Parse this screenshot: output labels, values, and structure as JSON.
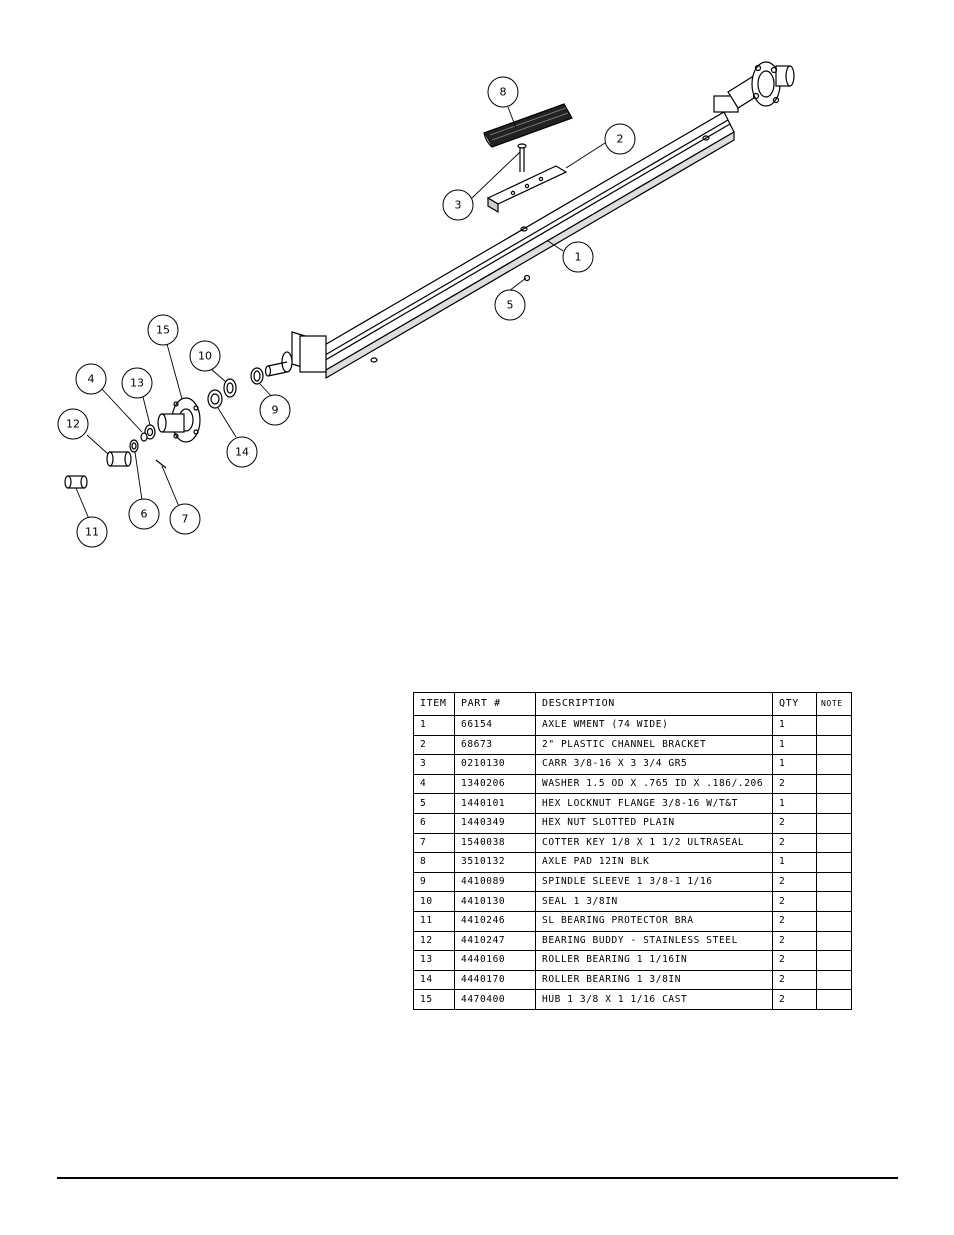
{
  "callouts": [
    "1",
    "2",
    "3",
    "4",
    "5",
    "6",
    "7",
    "8",
    "9",
    "10",
    "11",
    "12",
    "13",
    "14",
    "15"
  ],
  "table": {
    "headers": {
      "item": "ITEM",
      "part": "PART #",
      "description": "DESCRIPTION",
      "qty": "QTY",
      "note": "NOTE"
    },
    "rows": [
      {
        "item": "1",
        "part": "66154",
        "description": "AXLE WMENT (74 WIDE)",
        "qty": "1",
        "note": ""
      },
      {
        "item": "2",
        "part": "68673",
        "description": "2\" PLASTIC CHANNEL BRACKET",
        "qty": "1",
        "note": ""
      },
      {
        "item": "3",
        "part": "0210130",
        "description": "CARR 3/8-16 X 3 3/4 GR5",
        "qty": "1",
        "note": ""
      },
      {
        "item": "4",
        "part": "1340206",
        "description": "WASHER 1.5 OD X .765 ID X .186/.206",
        "qty": "2",
        "note": ""
      },
      {
        "item": "5",
        "part": "1440101",
        "description": "HEX LOCKNUT FLANGE 3/8-16 W/T&T",
        "qty": "1",
        "note": ""
      },
      {
        "item": "6",
        "part": "1440349",
        "description": "HEX NUT SLOTTED PLAIN",
        "qty": "2",
        "note": ""
      },
      {
        "item": "7",
        "part": "1540038",
        "description": "COTTER KEY 1/8 X 1 1/2 ULTRASEAL",
        "qty": "2",
        "note": ""
      },
      {
        "item": "8",
        "part": "3510132",
        "description": "AXLE PAD 12IN  BLK",
        "qty": "1",
        "note": ""
      },
      {
        "item": "9",
        "part": "4410089",
        "description": "SPINDLE SLEEVE  1 3/8-1 1/16",
        "qty": "2",
        "note": ""
      },
      {
        "item": "10",
        "part": "4410130",
        "description": "SEAL  1 3/8IN",
        "qty": "2",
        "note": ""
      },
      {
        "item": "11",
        "part": "4410246",
        "description": "SL BEARING PROTECTOR BRA",
        "qty": "2",
        "note": ""
      },
      {
        "item": "12",
        "part": "4410247",
        "description": "BEARING BUDDY - STAINLESS STEEL",
        "qty": "2",
        "note": ""
      },
      {
        "item": "13",
        "part": "4440160",
        "description": "ROLLER BEARING   1 1/16IN",
        "qty": "2",
        "note": ""
      },
      {
        "item": "14",
        "part": "4440170",
        "description": "ROLLER BEARING   1 3/8IN",
        "qty": "2",
        "note": ""
      },
      {
        "item": "15",
        "part": "4470400",
        "description": "HUB  1 3/8 X 1 1/16 CAST",
        "qty": "2",
        "note": ""
      }
    ]
  }
}
